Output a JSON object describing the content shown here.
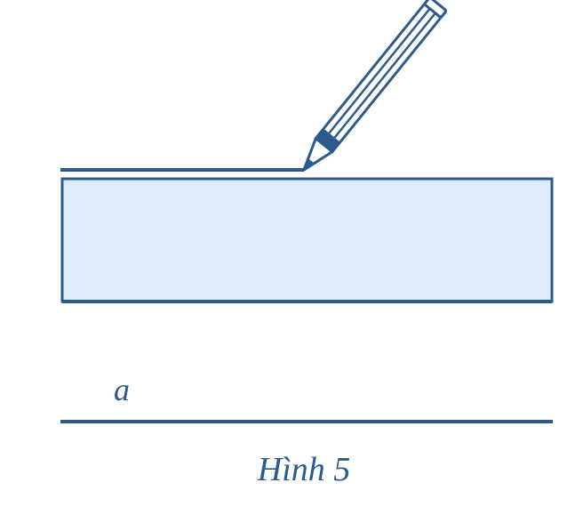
{
  "figure": {
    "line_label": "a",
    "caption": "Hình 5",
    "colors": {
      "stroke": "#2d5a8c",
      "ruler_fill": "#dcecfa",
      "pencil_body": "#ffffff",
      "background": "#ffffff"
    },
    "icons": {
      "pencil": "pencil-icon",
      "ruler": "ruler-shape"
    }
  }
}
